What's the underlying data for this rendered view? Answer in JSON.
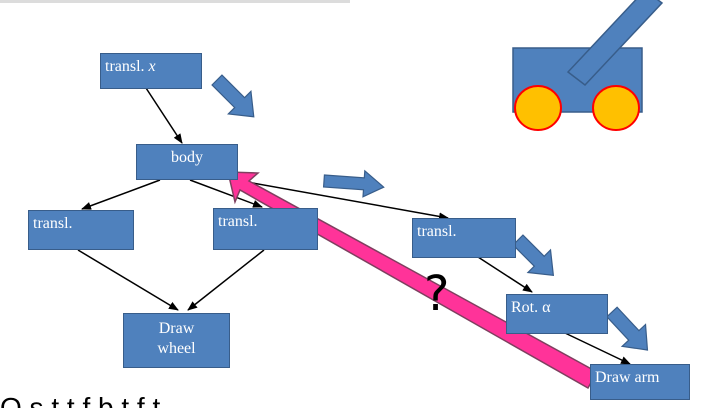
{
  "nodes": {
    "transl_x": "transl. x",
    "body": "body",
    "transl_left": "transl.",
    "transl_mid": "transl.",
    "draw_wheel_line1": "Draw",
    "draw_wheel_line2": "wheel",
    "transl_right": "transl.",
    "rot_alpha": "Rot. α",
    "draw_arm": "Draw arm"
  },
  "question_mark": "?",
  "bottom_text": "O   s         t   t   f   b   t   f   t",
  "colors": {
    "node_fill": "#4f81bd",
    "node_border": "#385d8a",
    "block_arrow": "#4f81bd",
    "highlight_arrow": "#ff3399",
    "robot_body": "#4f81bd",
    "wheel_fill": "#ffc000",
    "wheel_stroke": "#ff0000"
  },
  "icons": [
    "robot-cart-icon"
  ]
}
